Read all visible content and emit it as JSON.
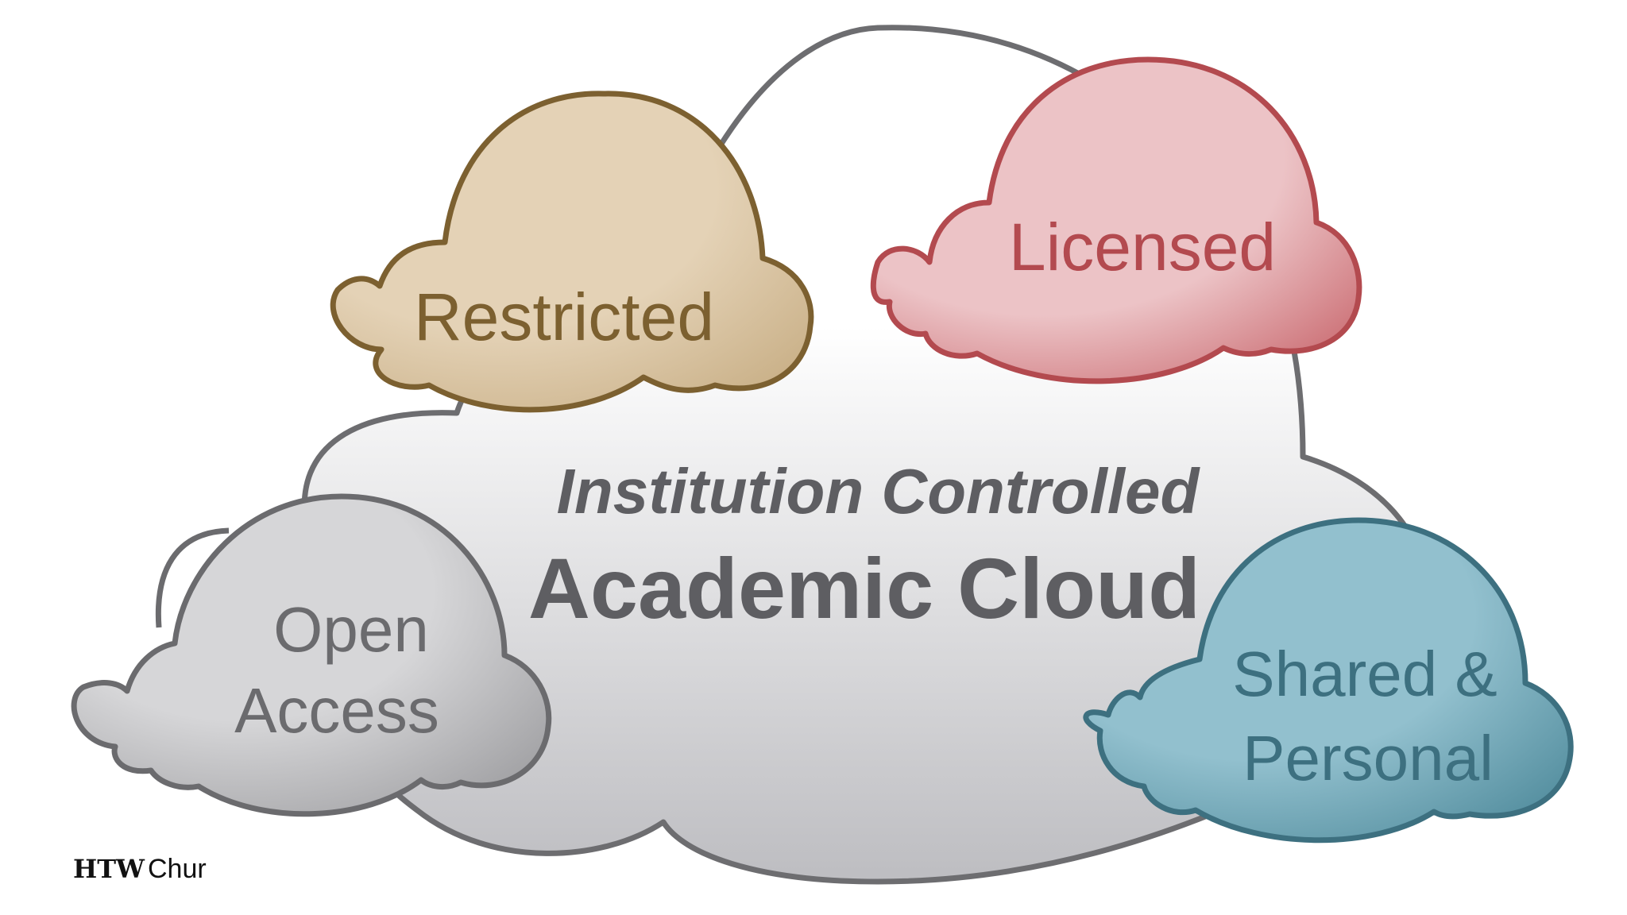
{
  "main_cloud": {
    "line1": "Institution Controlled",
    "line2": "Academic Cloud",
    "stroke": "#6d6d70",
    "fill_top": "#ffffff",
    "fill_bottom": "#bdbdc1"
  },
  "clouds": {
    "restricted": {
      "label": "Restricted",
      "stroke": "#7c6030",
      "fill": "#e4d2b6",
      "text": "#7c6030"
    },
    "licensed": {
      "label": "Licensed",
      "stroke": "#b34a4f",
      "fill": "#ecc3c6",
      "text": "#b34a4f"
    },
    "open_access": {
      "line1": "Open",
      "line2": "Access",
      "stroke": "#6b6b6e",
      "fill": "#d6d6d8",
      "text": "#6b6b6e"
    },
    "shared_personal": {
      "line1": "Shared &",
      "line2": "Personal",
      "stroke": "#3d7080",
      "fill": "#92c0ce",
      "text": "#3d7080"
    }
  },
  "branding": {
    "bold": "HTW",
    "rest": "Chur"
  }
}
